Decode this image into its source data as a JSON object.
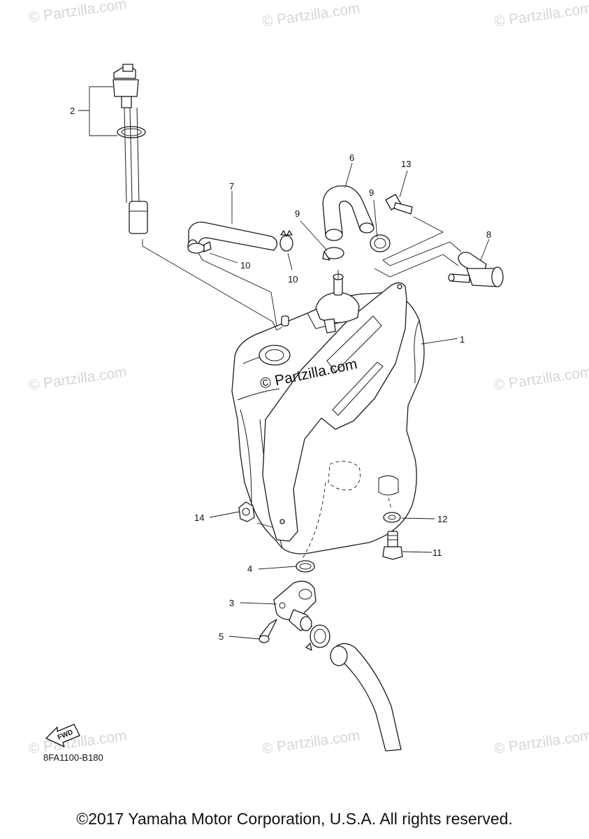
{
  "watermark": {
    "text": "© Partzilla.com",
    "center_text": "© Partzilla.com"
  },
  "callouts": [
    "1",
    "2",
    "3",
    "4",
    "5",
    "6",
    "7",
    "8",
    "9",
    "9",
    "10",
    "10",
    "11",
    "12",
    "13",
    "14"
  ],
  "fwd_label": "FWD",
  "diagram_code": "8FA1100-B180",
  "copyright": "©2017 Yamaha Motor Corporation, U.S.A. All rights reserved."
}
